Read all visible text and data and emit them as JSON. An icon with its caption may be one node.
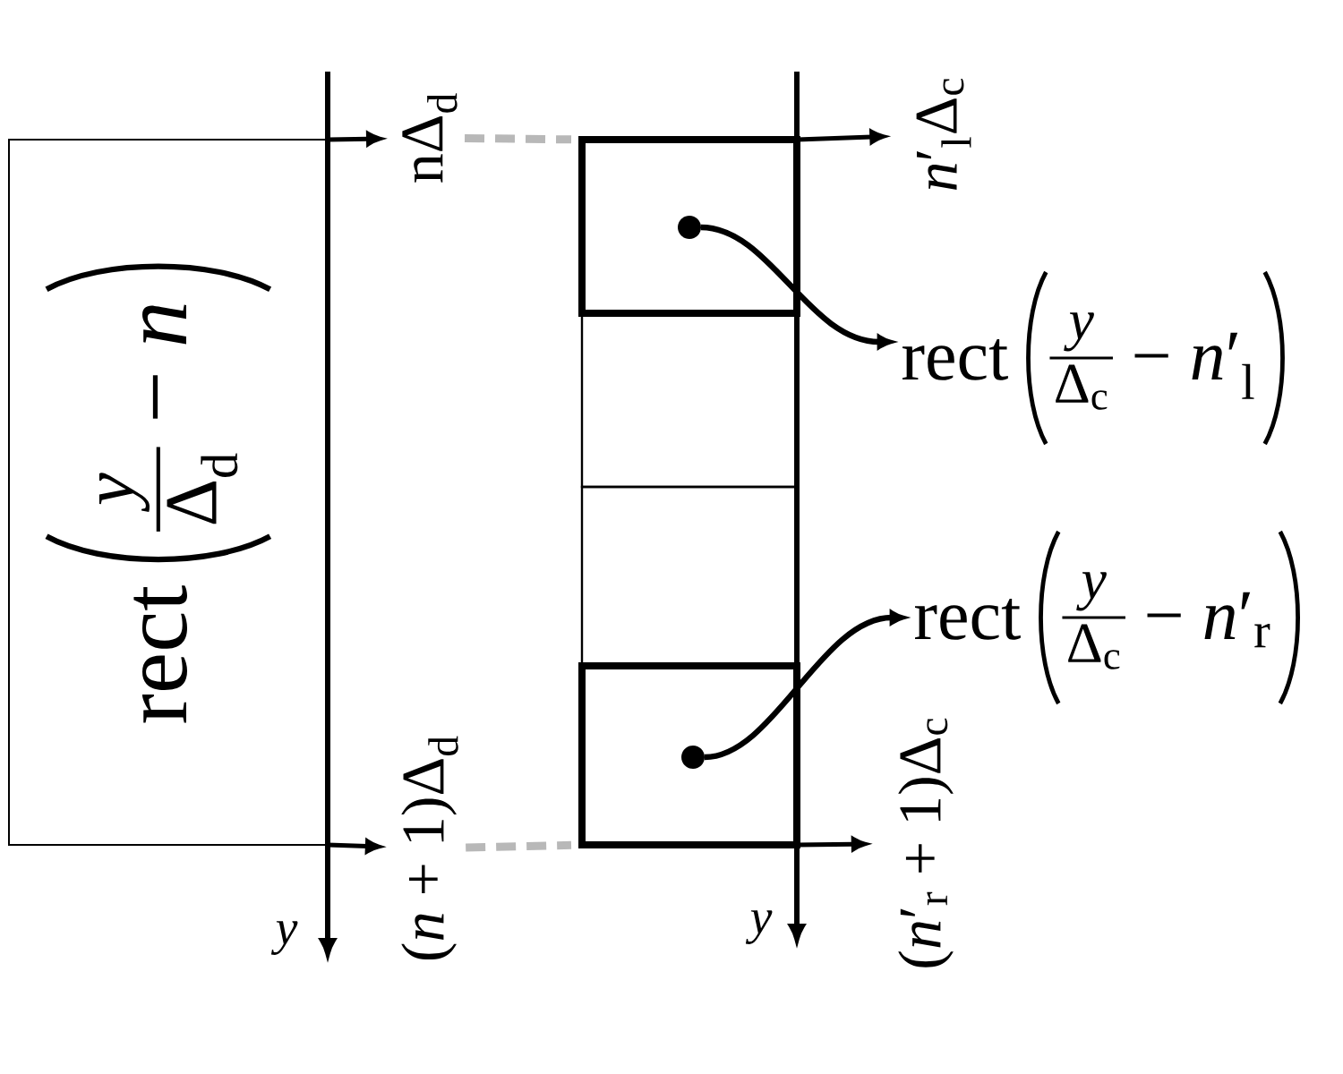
{
  "diagram": {
    "nodes": [
      {
        "text": [
          "rect",
          "y",
          "Δ$_{d}$",
          "− *n*"
        ]
      },
      {
        "text": [],
        "shape": "box"
      },
      {
        "text": [],
        "shape": "circle",
        "in": 1
      },
      {
        "text": [],
        "shape": "box"
      },
      {
        "text": [],
        "shape": "box"
      },
      {
        "text": [],
        "shape": "box"
      },
      {
        "text": [],
        "shape": "circle",
        "in": 5
      },
      {
        "text": [
          "rect",
          "y",
          "Δ$_{c}$",
          "− *n*′$_{l}$"
        ]
      },
      {
        "text": [
          "rect",
          "y",
          "Δ$_{c}$",
          "− *n*′$_{r}$"
        ]
      },
      {
        "text": [
          "nΔ$_{d}$"
        ]
      },
      {
        "text": [
          "(*n* + 1)Δ$_{d}$"
        ]
      },
      {
        "text": [
          "*n*′$_{l}$Δ$_{c}$"
        ]
      },
      {
        "text": [
          "(*n*′$_{r}$ + 1)Δ$_{c}$"
        ]
      }
    ],
    "edges": [
      {
        "from": 0,
        "to": 9,
        "arrow": "to"
      },
      {
        "from": 9,
        "to": 1,
        "arrow": "none",
        "style": "dashed",
        "color": "#b8b8b8"
      },
      {
        "from": 1,
        "to": 11,
        "arrow": "to"
      },
      {
        "from": 2,
        "to": 7,
        "arrow": "to"
      },
      {
        "from": 6,
        "to": 8,
        "arrow": "to"
      },
      {
        "from": 0,
        "to": 10,
        "arrow": "to"
      },
      {
        "from": 10,
        "to": 5,
        "arrow": "none",
        "style": "dashed",
        "color": "#b8b8b8"
      },
      {
        "from": 5,
        "to": 12,
        "arrow": "to"
      }
    ],
    "labels": [
      "y",
      "y"
    ]
  }
}
